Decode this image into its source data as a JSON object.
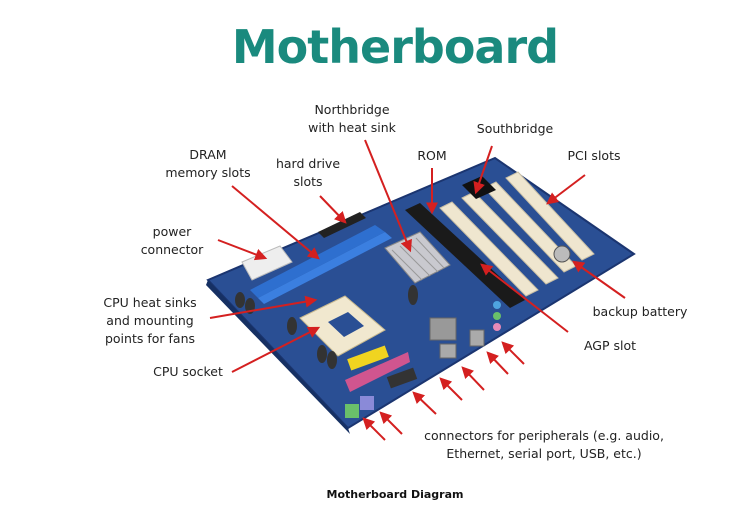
{
  "title": "Motherboard",
  "caption": "Motherboard Diagram",
  "colors": {
    "title": "#1a8a7e",
    "arrow": "#d42020",
    "board": "#2a4f94"
  },
  "labels": {
    "northbridge": [
      "Northbridge",
      "with heat sink"
    ],
    "southbridge": [
      "Southbridge"
    ],
    "rom": [
      "ROM"
    ],
    "pci": [
      "PCI slots"
    ],
    "dram": [
      "DRAM",
      "memory slots"
    ],
    "hdd": [
      "hard drive",
      "slots"
    ],
    "power": [
      "power",
      "connector"
    ],
    "heatsinks": [
      "CPU heat sinks",
      "and mounting",
      "points for fans"
    ],
    "cpu_socket": [
      "CPU socket"
    ],
    "battery": [
      "backup battery"
    ],
    "agp": [
      "AGP slot"
    ],
    "peripherals": [
      "connectors for peripherals (e.g. audio,",
      "Ethernet, serial port, USB, etc.)"
    ]
  }
}
